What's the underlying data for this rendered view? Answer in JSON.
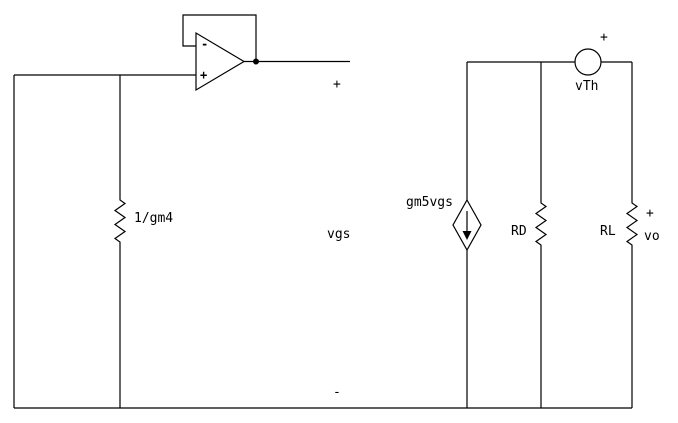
{
  "diagram": {
    "type": "circuit-schematic",
    "title": "small-signal amplifier equivalent circuit",
    "colors": {
      "background": "#ffffff",
      "line": "#000000"
    },
    "components": [
      {
        "name": "op-amp",
        "kind": "opamp-with-feedback-loop"
      },
      {
        "name": "resistor-1-over-gm4",
        "kind": "resistor"
      },
      {
        "name": "dependent-current-source-gm5vgs",
        "kind": "diamond-current-source-down"
      },
      {
        "name": "resistor-RD",
        "kind": "resistor"
      },
      {
        "name": "resistor-RL",
        "kind": "resistor"
      },
      {
        "name": "voltage-source-vTh",
        "kind": "circle-voltage-source"
      }
    ],
    "labels": {
      "opamp_minus": "-",
      "opamp_plus": "+",
      "r_gm4": "1/gm4",
      "vgs_plus": "+",
      "vgs": "vgs",
      "vgs_minus": "-",
      "dep_source": "gm5vgs",
      "rd": "RD",
      "rl": "RL",
      "vth": "vTh",
      "vth_plus": "+",
      "vo_plus": "+",
      "vo": "vo"
    }
  }
}
